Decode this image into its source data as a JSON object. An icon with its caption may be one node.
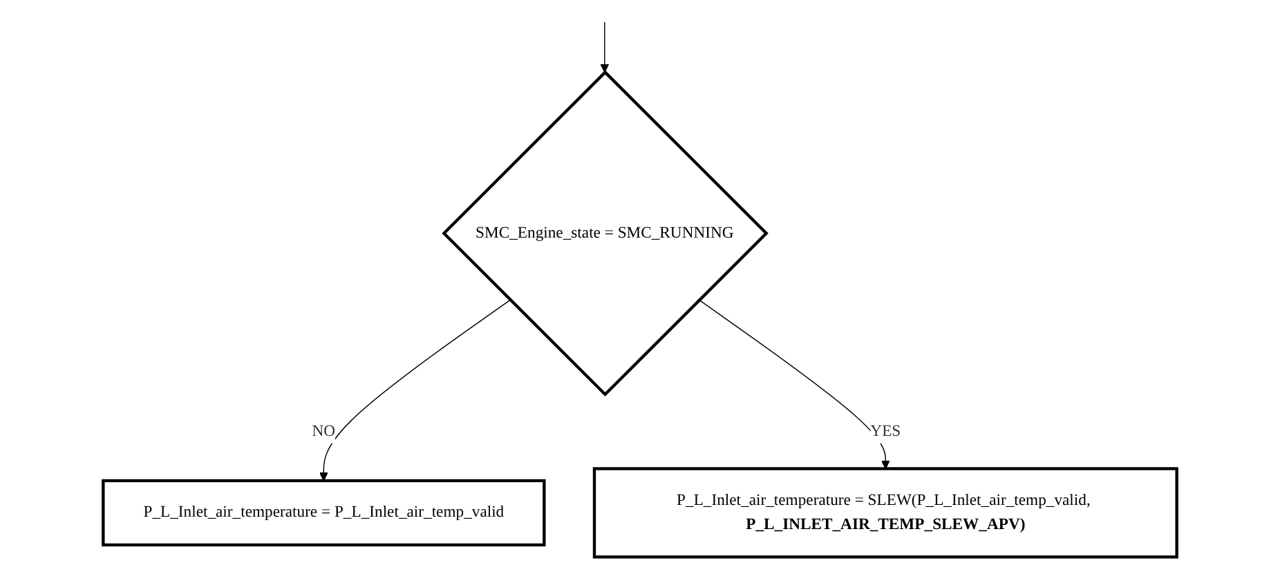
{
  "diagram": {
    "nodes": [
      {
        "text": [
          "SMC_Engine_state = SMC_RUNNING"
        ]
      },
      {
        "text": [
          "P_L_Inlet_air_temperature = P_L_Inlet_air_temp_valid"
        ]
      },
      {
        "text": [
          "P_L_Inlet_air_temperature = SLEW(P_L_Inlet_air_temp_valid, **P_L_INLET_AIR_TEMP_SLEW_APV)**"
        ]
      }
    ],
    "edges": [
      {
        "from": null,
        "to": 0,
        "arrow": "to"
      },
      {
        "from": 0,
        "to": 1,
        "label": "NO",
        "arrow": "to"
      },
      {
        "from": 0,
        "to": 2,
        "label": "YES",
        "arrow": "to"
      }
    ]
  }
}
